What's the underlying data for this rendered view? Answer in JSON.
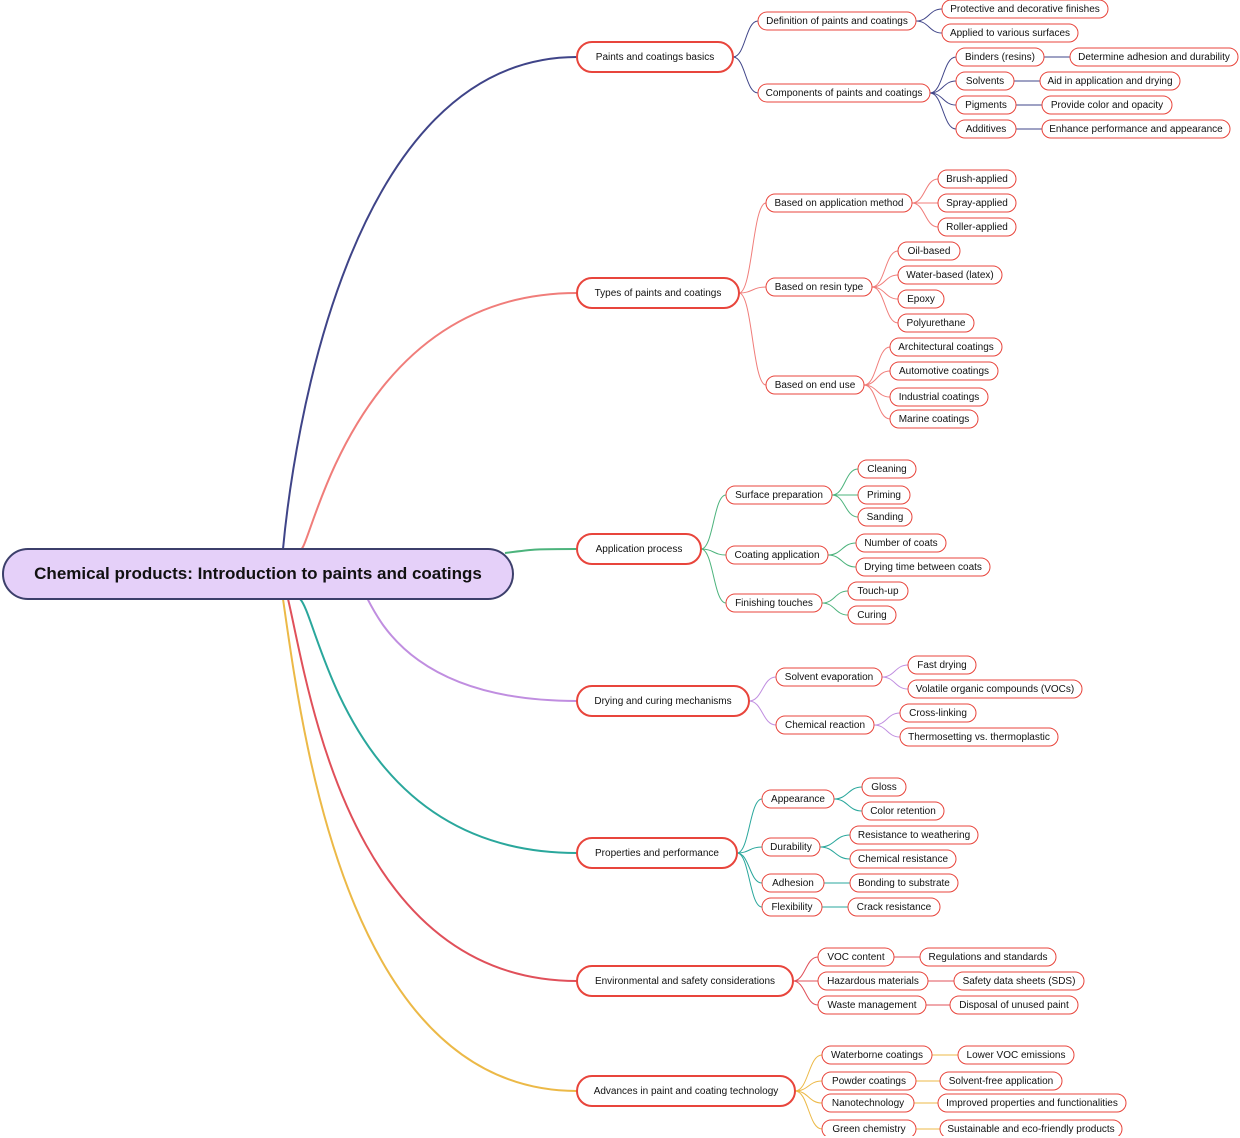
{
  "root": {
    "label": "Chemical products: Introduction to paints and coatings"
  },
  "colors": {
    "root_fill": "#e5d0f9",
    "root_stroke": "#3c3f6b",
    "node_stroke": "#e8453c",
    "branches": [
      "#3f4488",
      "#f07d7a",
      "#4cb37c",
      "#c08ee0",
      "#2aa79c",
      "#e0505a",
      "#ecb947"
    ]
  },
  "branches": [
    {
      "label": "Paints and coatings basics",
      "children": [
        {
          "label": "Definition of paints and coatings",
          "children": [
            {
              "label": "Protective and decorative finishes"
            },
            {
              "label": "Applied to various surfaces"
            }
          ]
        },
        {
          "label": "Components of paints and coatings",
          "children": [
            {
              "label": "Binders (resins)",
              "children": [
                {
                  "label": "Determine adhesion and durability"
                }
              ]
            },
            {
              "label": "Solvents",
              "children": [
                {
                  "label": "Aid in application and drying"
                }
              ]
            },
            {
              "label": "Pigments",
              "children": [
                {
                  "label": "Provide color and opacity"
                }
              ]
            },
            {
              "label": "Additives",
              "children": [
                {
                  "label": "Enhance performance and appearance"
                }
              ]
            }
          ]
        }
      ]
    },
    {
      "label": "Types of paints and coatings",
      "children": [
        {
          "label": "Based on application method",
          "children": [
            {
              "label": "Brush-applied"
            },
            {
              "label": "Spray-applied"
            },
            {
              "label": "Roller-applied"
            }
          ]
        },
        {
          "label": "Based on resin type",
          "children": [
            {
              "label": "Oil-based"
            },
            {
              "label": "Water-based (latex)"
            },
            {
              "label": "Epoxy"
            },
            {
              "label": "Polyurethane"
            }
          ]
        },
        {
          "label": "Based on end use",
          "children": [
            {
              "label": "Architectural coatings"
            },
            {
              "label": "Automotive coatings"
            },
            {
              "label": "Industrial coatings"
            },
            {
              "label": "Marine coatings"
            }
          ]
        }
      ]
    },
    {
      "label": "Application process",
      "children": [
        {
          "label": "Surface preparation",
          "children": [
            {
              "label": "Cleaning"
            },
            {
              "label": "Priming"
            },
            {
              "label": "Sanding"
            }
          ]
        },
        {
          "label": "Coating application",
          "children": [
            {
              "label": "Number of coats"
            },
            {
              "label": "Drying time between coats"
            }
          ]
        },
        {
          "label": "Finishing touches",
          "children": [
            {
              "label": "Touch-up"
            },
            {
              "label": "Curing"
            }
          ]
        }
      ]
    },
    {
      "label": "Drying and curing mechanisms",
      "children": [
        {
          "label": "Solvent evaporation",
          "children": [
            {
              "label": "Fast drying"
            },
            {
              "label": "Volatile organic compounds (VOCs)"
            }
          ]
        },
        {
          "label": "Chemical reaction",
          "children": [
            {
              "label": "Cross-linking"
            },
            {
              "label": "Thermosetting vs. thermoplastic"
            }
          ]
        }
      ]
    },
    {
      "label": "Properties and performance",
      "children": [
        {
          "label": "Appearance",
          "children": [
            {
              "label": "Gloss"
            },
            {
              "label": "Color retention"
            }
          ]
        },
        {
          "label": "Durability",
          "children": [
            {
              "label": "Resistance to weathering"
            },
            {
              "label": "Chemical resistance"
            }
          ]
        },
        {
          "label": "Adhesion",
          "children": [
            {
              "label": "Bonding to substrate"
            }
          ]
        },
        {
          "label": "Flexibility",
          "children": [
            {
              "label": "Crack resistance"
            }
          ]
        }
      ]
    },
    {
      "label": "Environmental and safety considerations",
      "children": [
        {
          "label": "VOC content",
          "children": [
            {
              "label": "Regulations and standards"
            }
          ]
        },
        {
          "label": "Hazardous materials",
          "children": [
            {
              "label": "Safety data sheets (SDS)"
            }
          ]
        },
        {
          "label": "Waste management",
          "children": [
            {
              "label": "Disposal of unused paint"
            }
          ]
        }
      ]
    },
    {
      "label": "Advances in paint and coating technology",
      "children": [
        {
          "label": "Waterborne coatings",
          "children": [
            {
              "label": "Lower VOC emissions"
            }
          ]
        },
        {
          "label": "Powder coatings",
          "children": [
            {
              "label": "Solvent-free application"
            }
          ]
        },
        {
          "label": "Nanotechnology",
          "children": [
            {
              "label": "Improved properties and functionalities"
            }
          ]
        },
        {
          "label": "Green chemistry",
          "children": [
            {
              "label": "Sustainable and eco-friendly products"
            }
          ]
        }
      ]
    }
  ]
}
